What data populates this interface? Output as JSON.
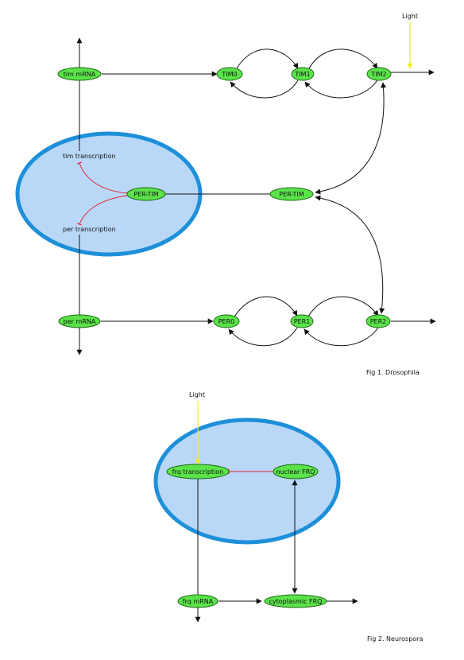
{
  "colors": {
    "node_fill": "#5be34a",
    "node_stroke": "#1c6b12",
    "nucleus_fill": "#b9d8f7",
    "nucleus_stroke": "#1e8fd9",
    "edge": "#111111",
    "inhibition": "#e0242e",
    "light": "#f2ef16"
  },
  "fig1": {
    "caption": "Fig 1. Drosophila",
    "light_label": "Light",
    "tim_transcription": "tim transcription",
    "per_transcription": "per transcription",
    "nodes": {
      "tim_mrna": "tim mRNA",
      "tim0": "TIM0",
      "tim1": "TIM1",
      "tim2": "TIM2",
      "per_tim_nuclear": "PER-TIM",
      "per_tim_cyto": "PER-TIM",
      "per_mrna": "per mRNA",
      "per0": "PER0",
      "per1": "PER1",
      "per2": "PER2"
    }
  },
  "fig2": {
    "caption": "Fig 2. Neurospora",
    "light_label": "Light",
    "nodes": {
      "frq_transcription": "frq transcription",
      "nuclear_frq": "nuclear FRQ",
      "frq_mrna": "frq mRNA",
      "cytoplasmic_frq": "cytoplasmic FRQ"
    }
  }
}
